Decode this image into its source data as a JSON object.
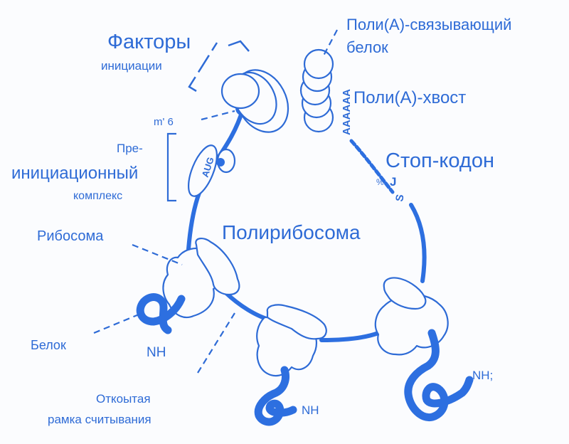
{
  "labels": {
    "initiation_factors": "Факторы",
    "initiation_factors_2": "инициации",
    "m7g": "m' 6",
    "pre": "Пре-",
    "initiation_complex": "инициационный",
    "complex": "комплекс",
    "ribosome": "Рибосома",
    "protein": "Белок",
    "nh_1": "NH",
    "orf_1": "Откоытая",
    "orf_2": "рамка считывания",
    "nh_2": "NH",
    "nh_3": "NH;",
    "polysome": "Полирибосома",
    "stop_codon": "Стоп-кодон",
    "poly_a_tail": "Поли(А)-хвост",
    "pabp_1": "Поли(А)-связывающий",
    "pabp_2": "белок",
    "aug": "AUG",
    "poly_a_seq": "AAAAAA",
    "stop_glyph_1": "%",
    "stop_glyph_2": "J",
    "stop_glyph_3": "S"
  },
  "colors": {
    "accent": "#2e6bd6",
    "rna": "#2d6fe0",
    "background": "#fbfcfe"
  }
}
